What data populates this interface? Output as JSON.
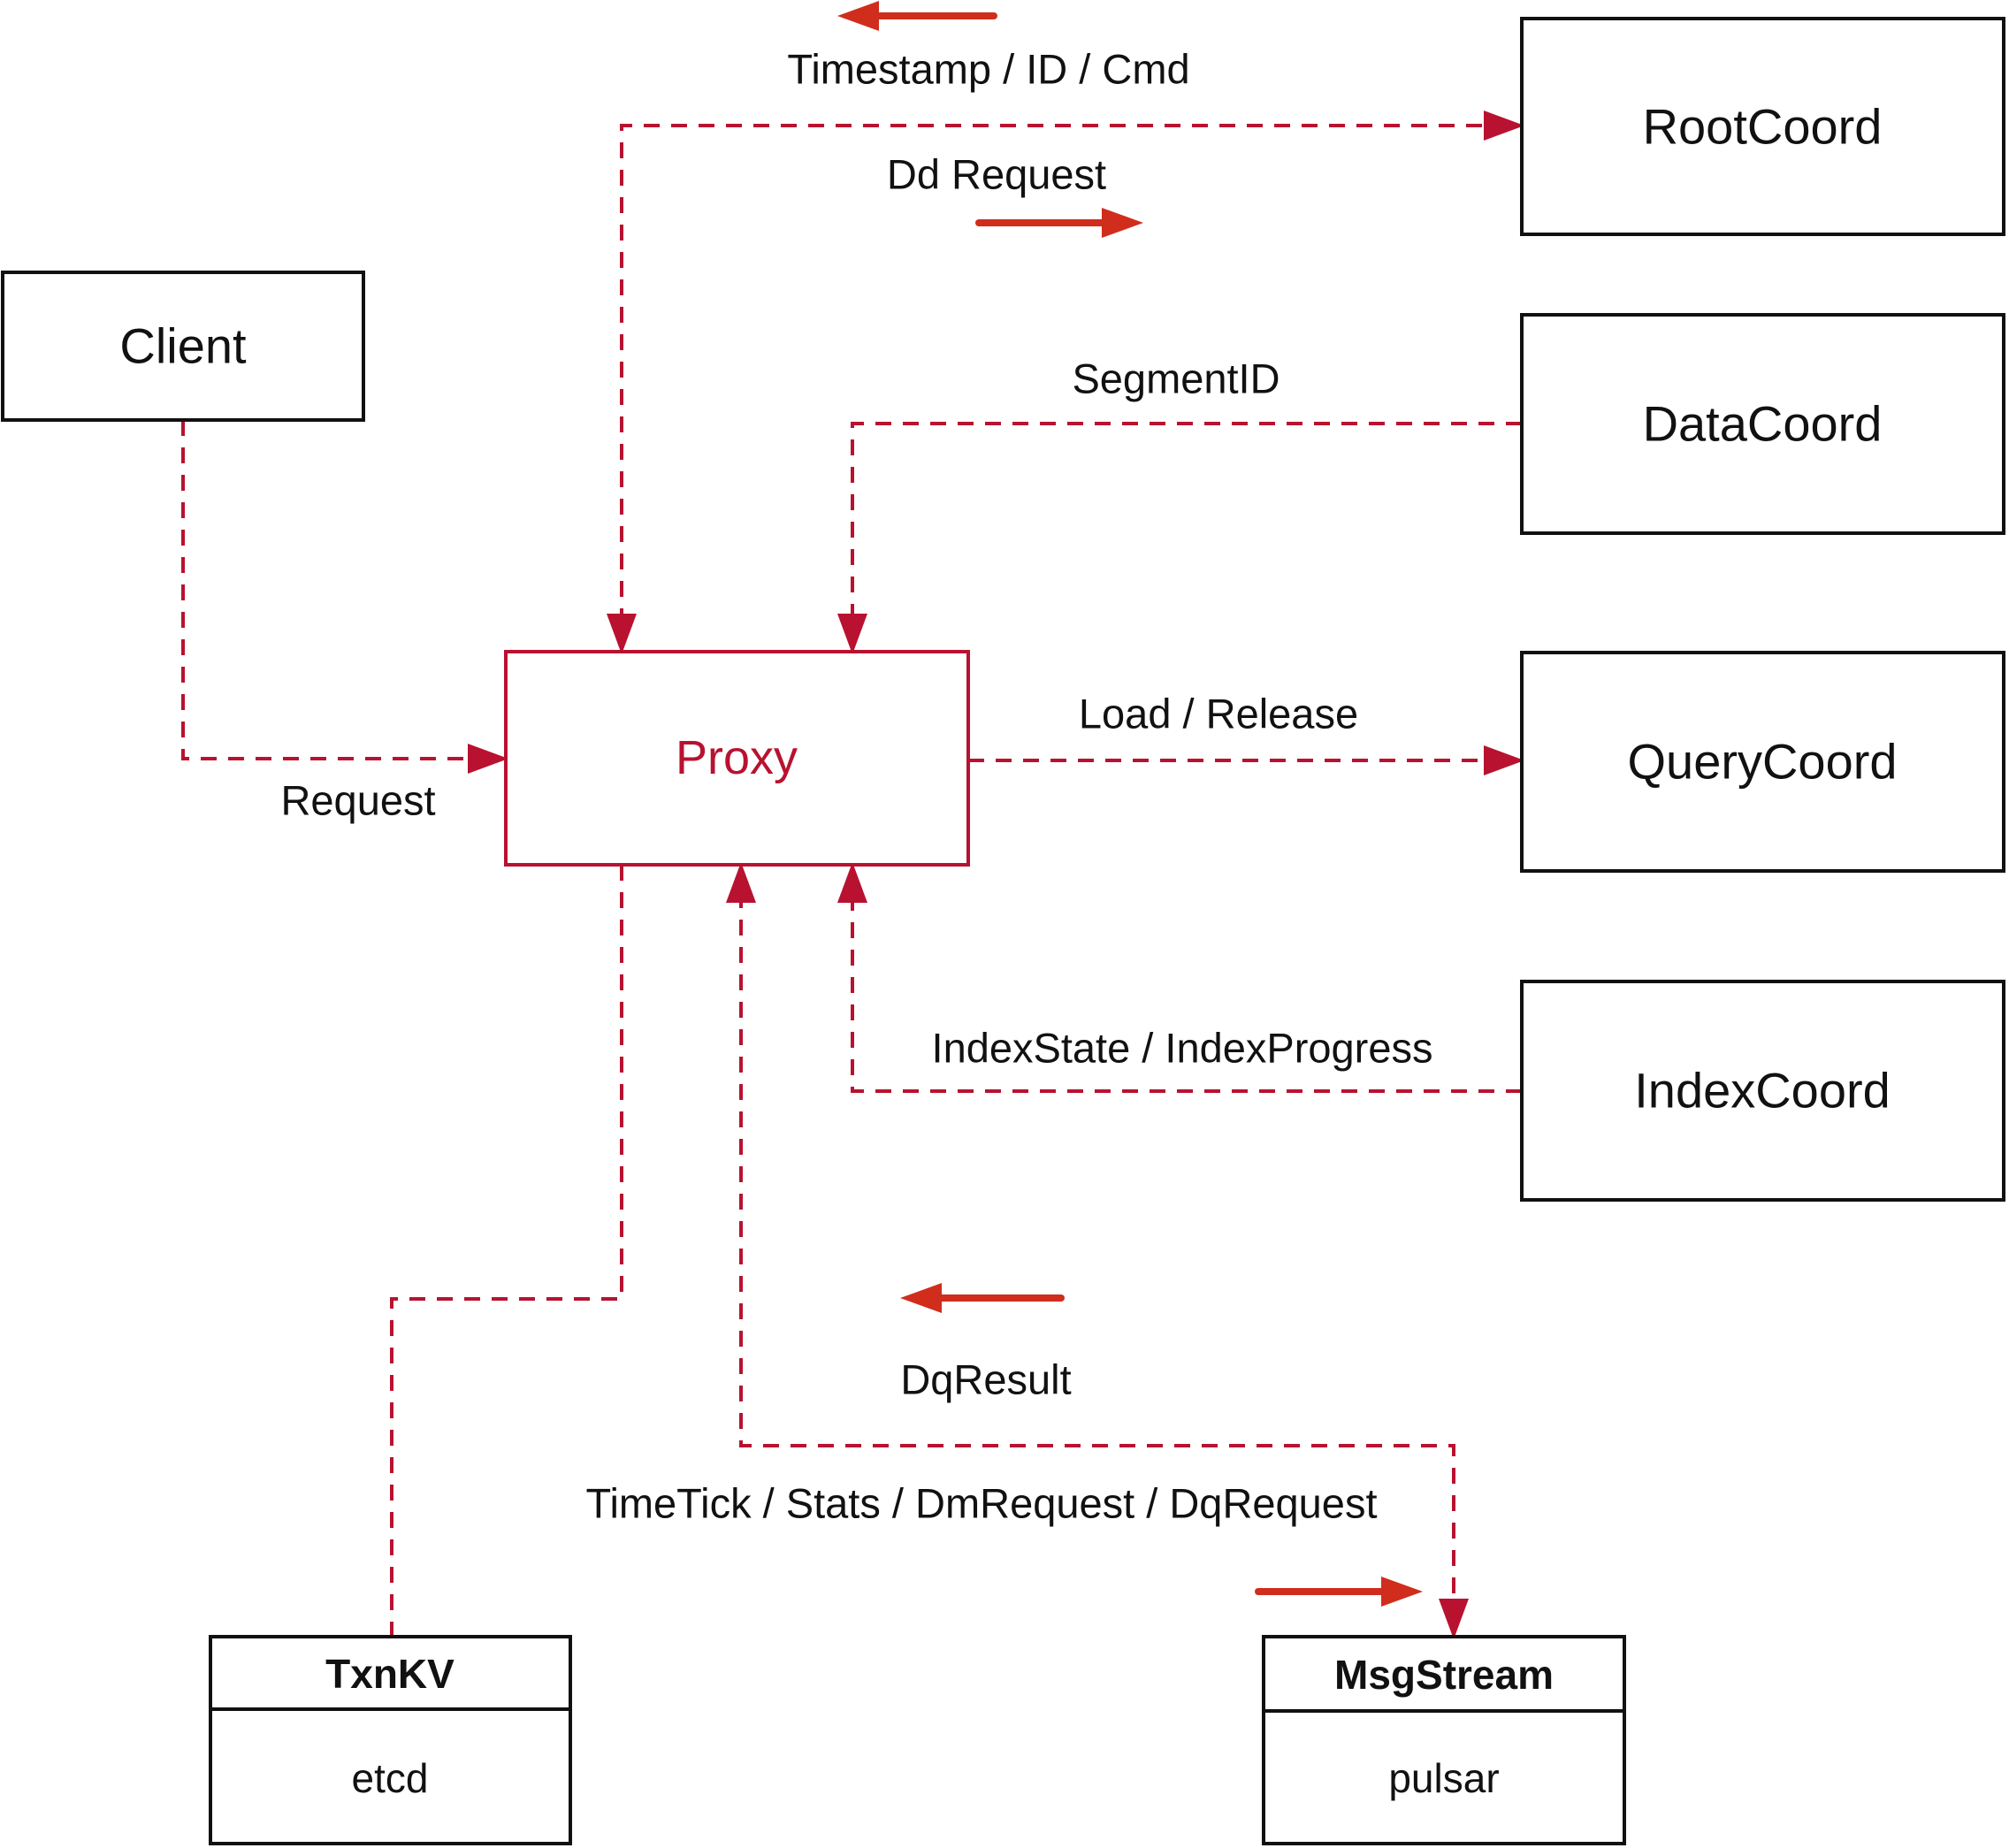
{
  "colors": {
    "connector_red": "#b81230",
    "solid_arrow_red": "#d02d1d",
    "box_border_black": "#111111",
    "text_black": "#111111",
    "background": "#ffffff"
  },
  "nodes": {
    "client": {
      "label": "Client"
    },
    "proxy": {
      "label": "Proxy"
    },
    "rootcoord": {
      "label": "RootCoord"
    },
    "datacoord": {
      "label": "DataCoord"
    },
    "querycoord": {
      "label": "QueryCoord"
    },
    "indexcoord": {
      "label": "IndexCoord"
    },
    "txnkv": {
      "header": "TxnKV",
      "cell": "etcd"
    },
    "msgstream": {
      "header": "MsgStream",
      "cell": "pulsar"
    }
  },
  "edges": {
    "client_to_proxy": {
      "label": "Request"
    },
    "proxy_rootcoord": {
      "label_return": "Timestamp / ID / Cmd",
      "label_send": "Dd Request"
    },
    "datacoord_to_proxy": {
      "label": "SegmentID"
    },
    "proxy_to_querycoord": {
      "label": "Load / Release"
    },
    "indexcoord_to_proxy": {
      "label": "IndexState / IndexProgress"
    },
    "proxy_msgstream": {
      "label_return": "DqResult",
      "label_send": "TimeTick / Stats / DmRequest / DqRequest"
    }
  }
}
